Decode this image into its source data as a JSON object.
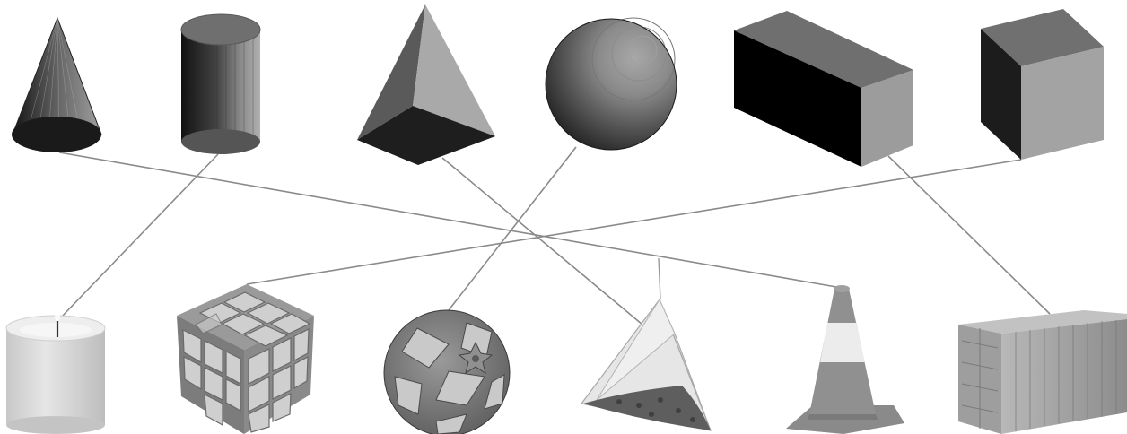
{
  "diagram": {
    "type": "matching",
    "top_row": [
      {
        "id": "cone",
        "icon": "cone-icon"
      },
      {
        "id": "cylinder",
        "icon": "cylinder-icon"
      },
      {
        "id": "pyramid",
        "icon": "pyramid-icon"
      },
      {
        "id": "sphere",
        "icon": "sphere-icon"
      },
      {
        "id": "cuboid",
        "icon": "cuboid-icon"
      },
      {
        "id": "cube",
        "icon": "cube-icon"
      }
    ],
    "bottom_row": [
      {
        "id": "candle",
        "icon": "candle-icon"
      },
      {
        "id": "rubiks-cube",
        "icon": "rubiks-cube-icon"
      },
      {
        "id": "ball",
        "icon": "ball-icon"
      },
      {
        "id": "tea-bag",
        "icon": "tea-bag-icon"
      },
      {
        "id": "traffic-cone",
        "icon": "traffic-cone-icon"
      },
      {
        "id": "shipping-container",
        "icon": "shipping-container-icon"
      }
    ],
    "matches": [
      {
        "from": "cone",
        "to": "traffic-cone"
      },
      {
        "from": "cylinder",
        "to": "candle"
      },
      {
        "from": "pyramid",
        "to": "tea-bag"
      },
      {
        "from": "sphere",
        "to": "ball"
      },
      {
        "from": "cuboid",
        "to": "shipping-container"
      },
      {
        "from": "cube",
        "to": "rubiks-cube"
      }
    ],
    "colors": {
      "line": "#8a8a8a",
      "dark": "#1c1c1c",
      "mid": "#6e6e6e",
      "light": "#a6a6a6"
    }
  }
}
